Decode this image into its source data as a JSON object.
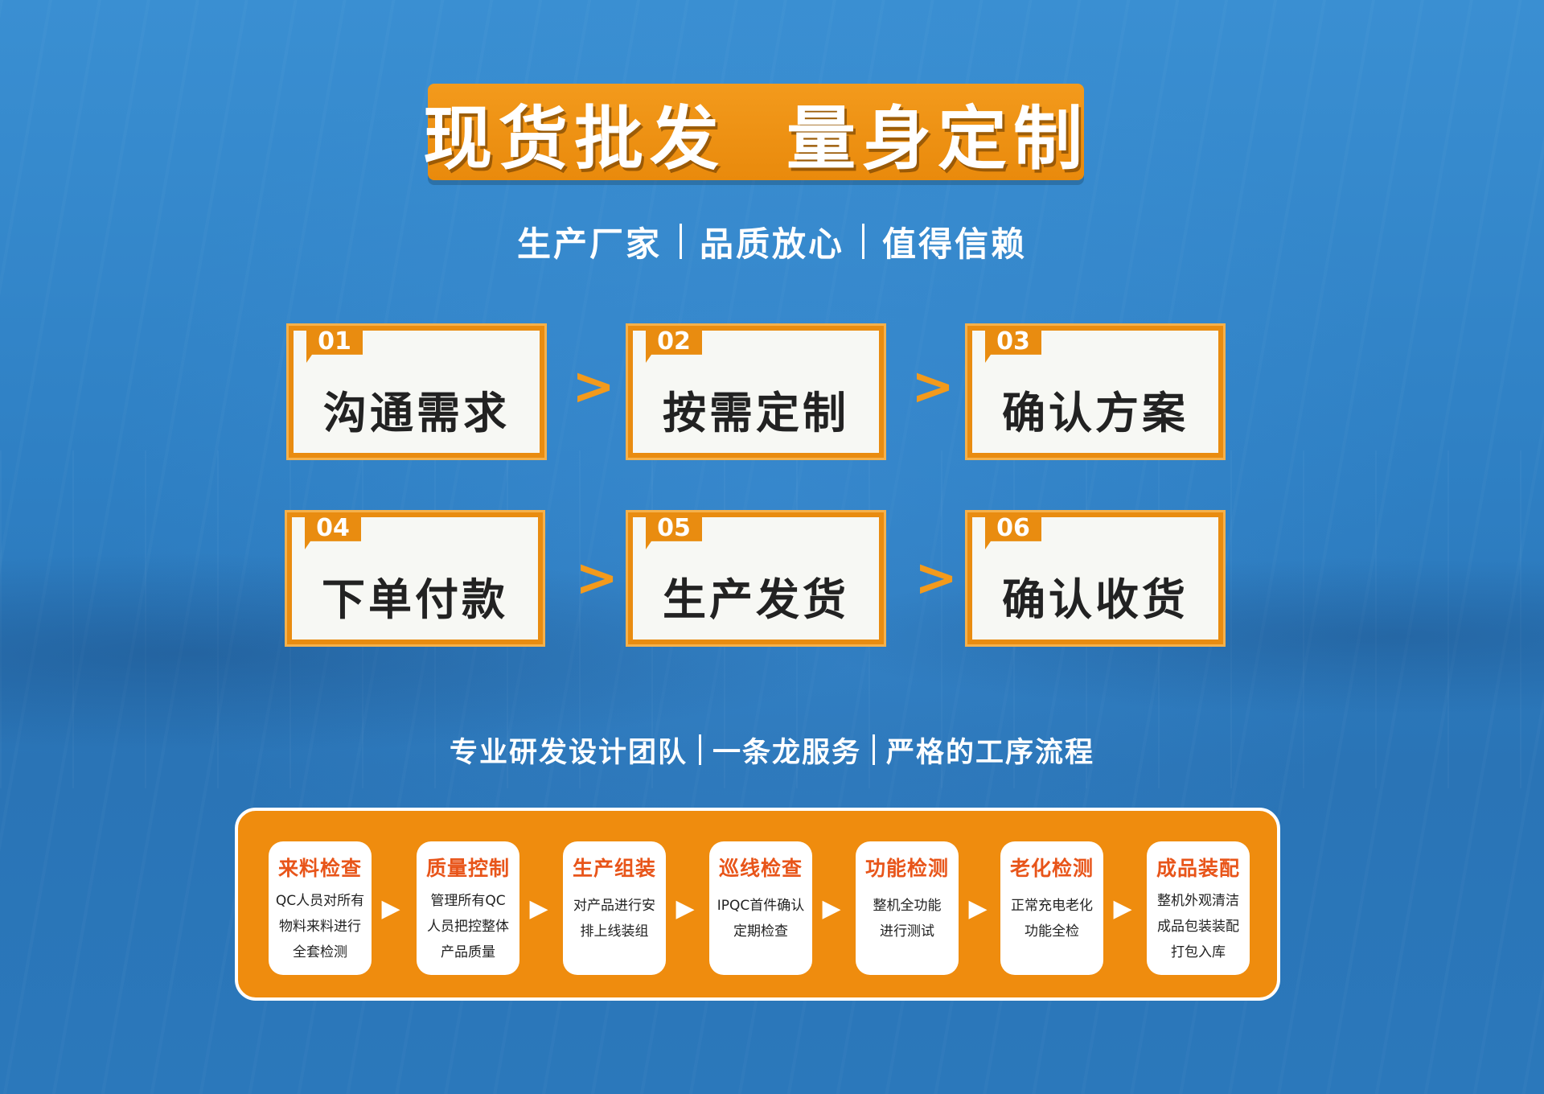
{
  "title": "现货批发  量身定制",
  "tagline": [
    "生产厂家",
    "品质放心",
    "值得信赖"
  ],
  "steps": [
    {
      "num": "01",
      "label": "沟通需求"
    },
    {
      "num": "02",
      "label": "按需定制"
    },
    {
      "num": "03",
      "label": "确认方案"
    },
    {
      "num": "04",
      "label": "下单付款"
    },
    {
      "num": "05",
      "label": "生产发货"
    },
    {
      "num": "06",
      "label": "确认收货"
    }
  ],
  "arrow_glyph": ">",
  "sub_tagline": [
    "专业研发设计团队",
    "一条龙服务",
    "严格的工序流程"
  ],
  "process": [
    {
      "title": "来料检查",
      "lines": [
        "QC人员对所有",
        "物料来料进行",
        "全套检测"
      ]
    },
    {
      "title": "质量控制",
      "lines": [
        "管理所有QC",
        "人员把控整体",
        "产品质量"
      ]
    },
    {
      "title": "生产组装",
      "lines": [
        "对产品进行安",
        "排上线装组"
      ]
    },
    {
      "title": "巡线检查",
      "lines": [
        "IPQC首件确认",
        "定期检查"
      ]
    },
    {
      "title": "功能检测",
      "lines": [
        "整机全功能",
        "进行测试"
      ]
    },
    {
      "title": "老化检测",
      "lines": [
        "正常充电老化",
        "功能全检"
      ]
    },
    {
      "title": "成品装配",
      "lines": [
        "整机外观清洁",
        "成品包装装配",
        "打包入库"
      ]
    }
  ],
  "process_arrow_glyph": "▶",
  "colors": {
    "accent": "#e98c10",
    "title_red": "#e8551a",
    "background": "#2f86c9"
  }
}
